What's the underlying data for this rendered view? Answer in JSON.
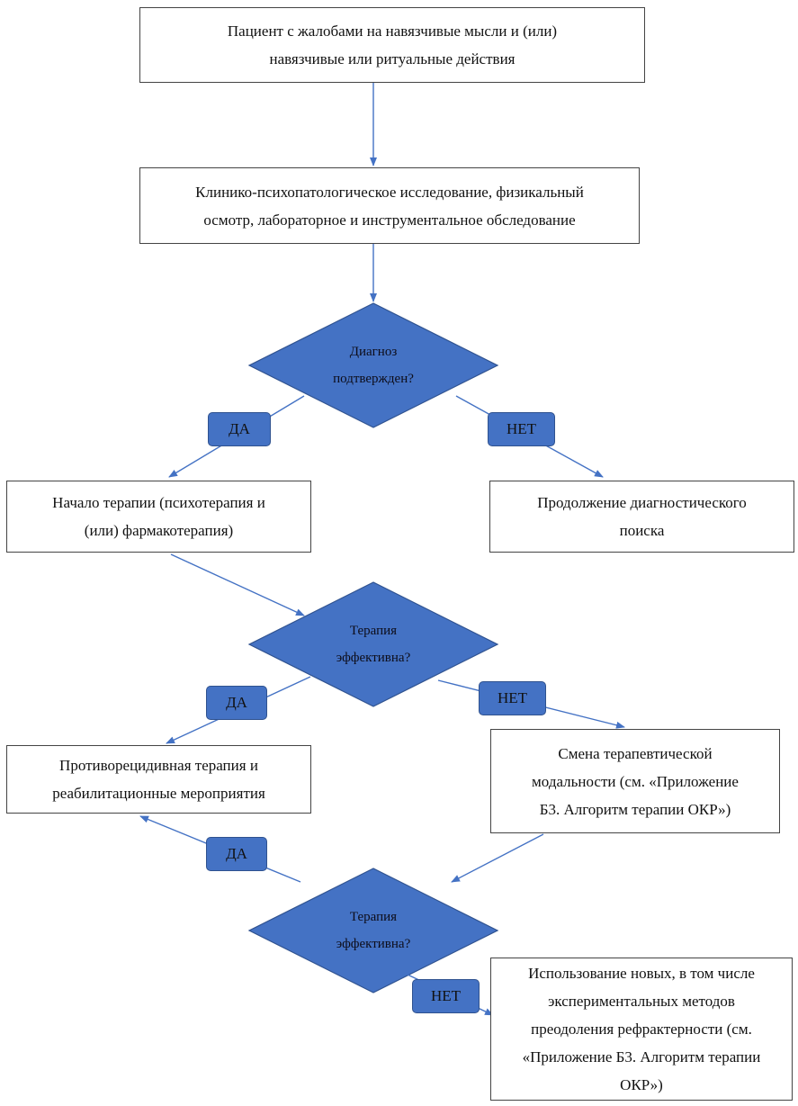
{
  "colors": {
    "diamond_fill": "#4472c4",
    "arrow": "#4472c4",
    "box_border": "#444444"
  },
  "boxes": {
    "patient": "Пациент с жалобами на навязчивые мысли и (или)\nнавязчивые или ритуальные действия",
    "exam": "Клинико-психопатологическое исследование, физикальный\nосмотр, лабораторное и инструментальное обследование",
    "therapy_start": "Начало терапии (психотерапия и\n(или) фармакотерапия)",
    "continue_diag": "Продолжение диагностического\nпоиска",
    "relapse_prevention": "Противорецидивная терапия и\nреабилитационные мероприятия",
    "change_modality": "Смена терапевтической\nмодальности (см. «Приложение\nБ3. Алгоритм терапии ОКР»)",
    "new_methods": "Использование новых, в том числе\nэкспериментальных методов\nпреодоления рефрактерности (см.\n«Приложение Б3. Алгоритм терапии\nОКР»)"
  },
  "decisions": {
    "diagnosis": "Диагноз\nподтвержден?",
    "effective1": "Терапия\nэффективна?",
    "effective2": "Терапия\nэффективна?"
  },
  "labels": {
    "yes": "ДА",
    "no": "НЕТ"
  }
}
